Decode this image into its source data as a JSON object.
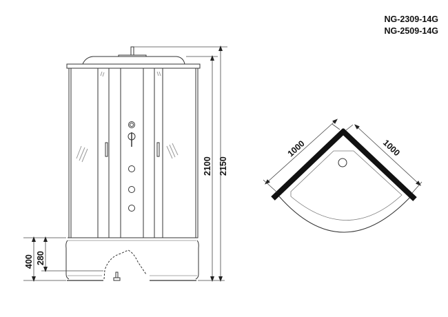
{
  "title": {
    "models": [
      "NG-2309-14G",
      "NG-2509-14G"
    ]
  },
  "front_view": {
    "dimensions": {
      "total_height": "2150",
      "cabin_height": "2100",
      "tray_height": "400",
      "tray_step_height": "280"
    },
    "elements": [
      "roof",
      "shower-head-pipe",
      "sliding-door-left",
      "sliding-door-right",
      "center-panel",
      "mixer-knob",
      "massage-jets",
      "tray",
      "adjustable-foot"
    ]
  },
  "top_view": {
    "dimensions": {
      "side_a": "1000",
      "side_b": "1000"
    },
    "elements": [
      "corner-walls",
      "quarter-circle-tray",
      "drain"
    ]
  }
}
